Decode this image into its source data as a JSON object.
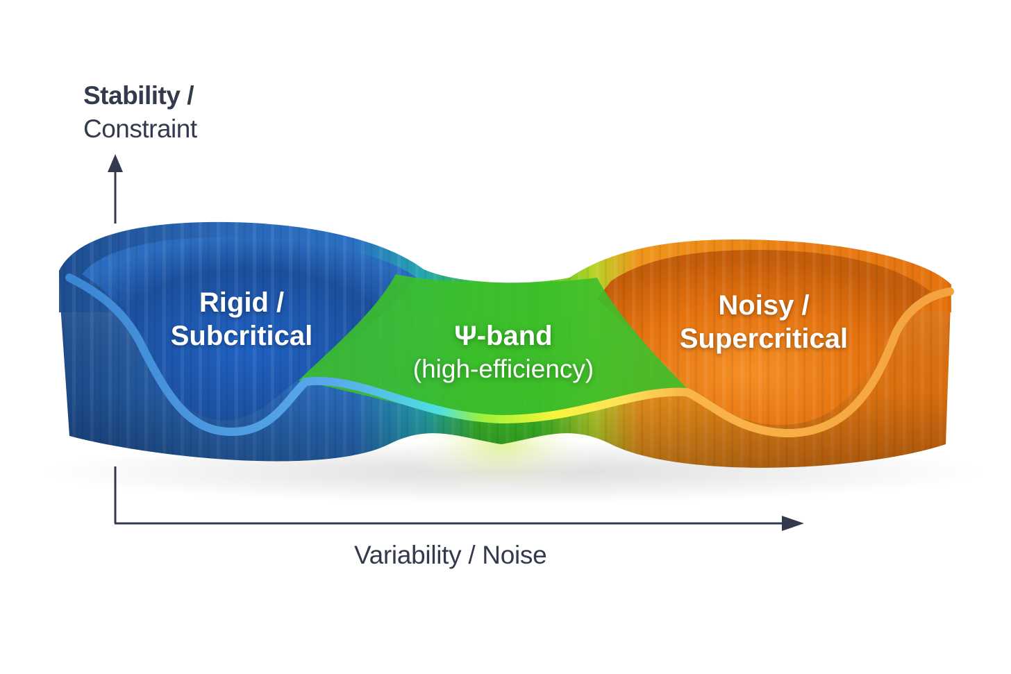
{
  "axes": {
    "y_label_line1": "Stability /",
    "y_label_line2": "Constraint",
    "x_label": "Variability / Noise",
    "color": "#333a4d"
  },
  "regions": {
    "rigid": {
      "line1": "Rigid /",
      "line2": "Subcritical",
      "color": "#2f73c9"
    },
    "psi": {
      "line1": "Ψ-band",
      "line2": "(high-efficiency)",
      "color": "#2fbf2a"
    },
    "noisy": {
      "line1": "Noisy /",
      "line2": "Supercritical",
      "color": "#ef8a1c"
    }
  },
  "colors": {
    "blue_dark": "#1f4f97",
    "blue_light": "#4aa0e8",
    "green": "#3cc325",
    "yellow": "#f2f23a",
    "orange": "#ee8119",
    "orange_light": "#f8b040"
  }
}
